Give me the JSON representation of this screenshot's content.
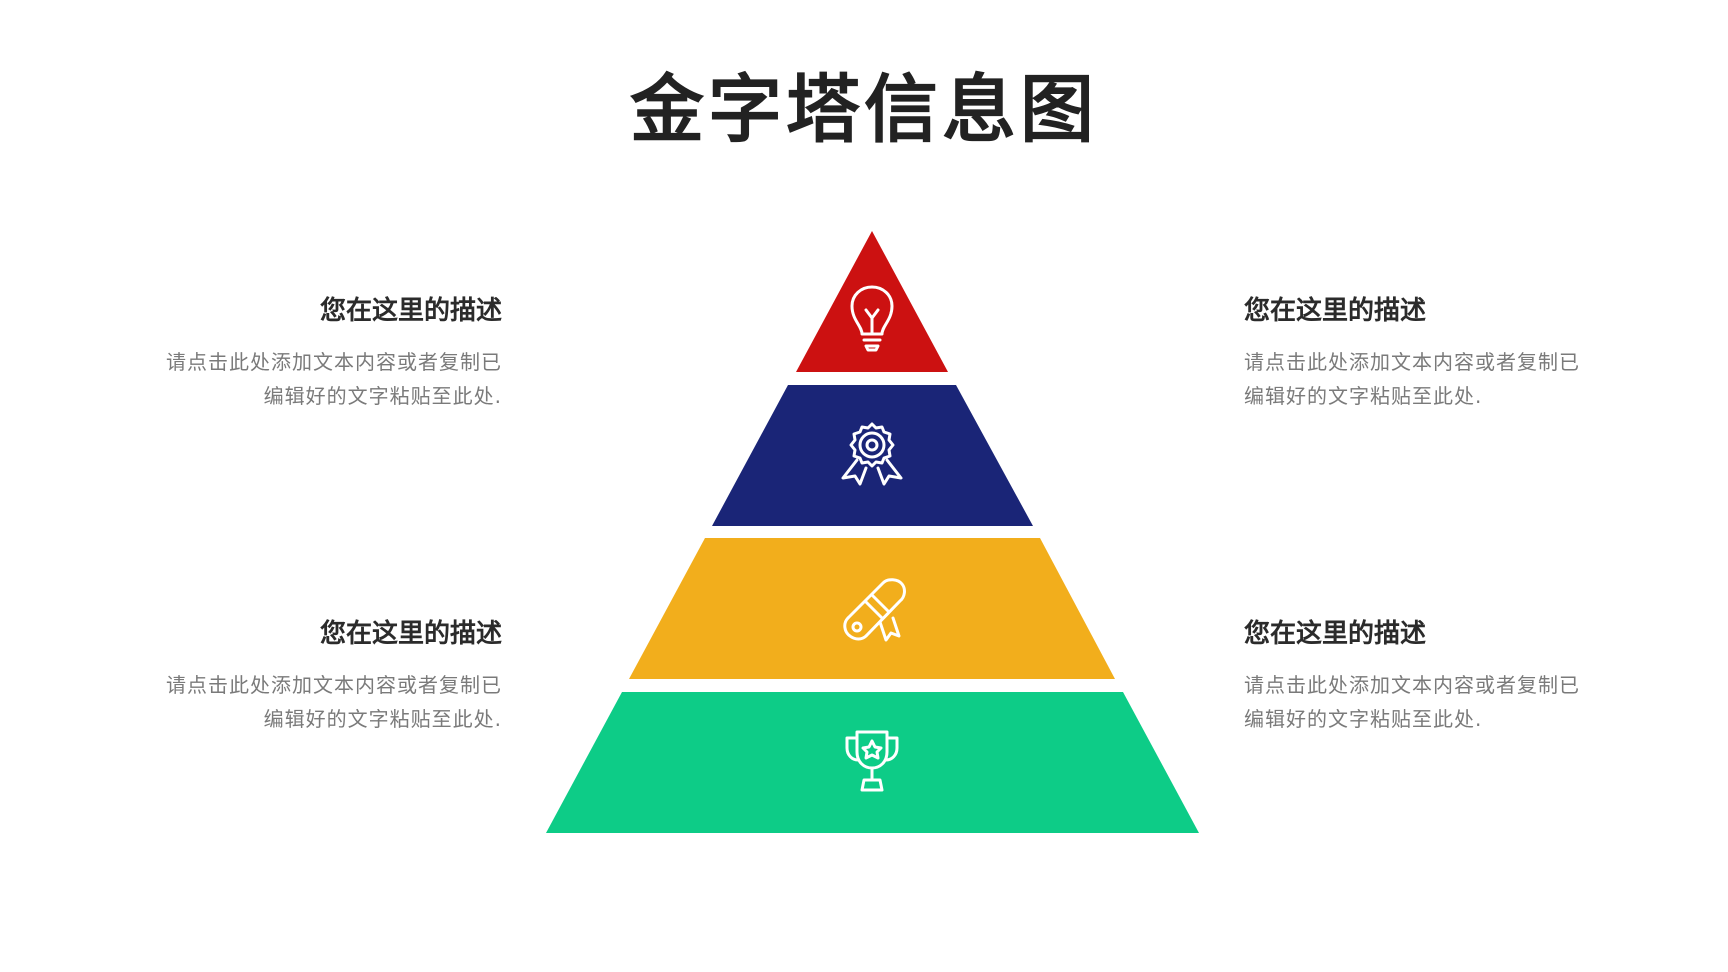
{
  "title": "金字塔信息图",
  "colors": {
    "level1": "#cc1111",
    "level2": "#1a2577",
    "level3": "#f2ae1c",
    "level4": "#0dcc87",
    "icon_stroke": "#ffffff"
  },
  "levels": [
    {
      "icon": "lightbulb-icon"
    },
    {
      "icon": "award-badge-icon"
    },
    {
      "icon": "diploma-scroll-icon"
    },
    {
      "icon": "trophy-icon"
    }
  ],
  "descriptions": [
    {
      "heading": "您在这里的描述",
      "line1": "请点击此处添加文本内容或者复制已",
      "line2": "编辑好的文字粘贴至此处."
    },
    {
      "heading": "您在这里的描述",
      "line1": "请点击此处添加文本内容或者复制已",
      "line2": "编辑好的文字粘贴至此处."
    },
    {
      "heading": "您在这里的描述",
      "line1": "请点击此处添加文本内容或者复制已",
      "line2": "编辑好的文字粘贴至此处."
    },
    {
      "heading": "您在这里的描述",
      "line1": "请点击此处添加文本内容或者复制已",
      "line2": "编辑好的文字粘贴至此处."
    }
  ]
}
